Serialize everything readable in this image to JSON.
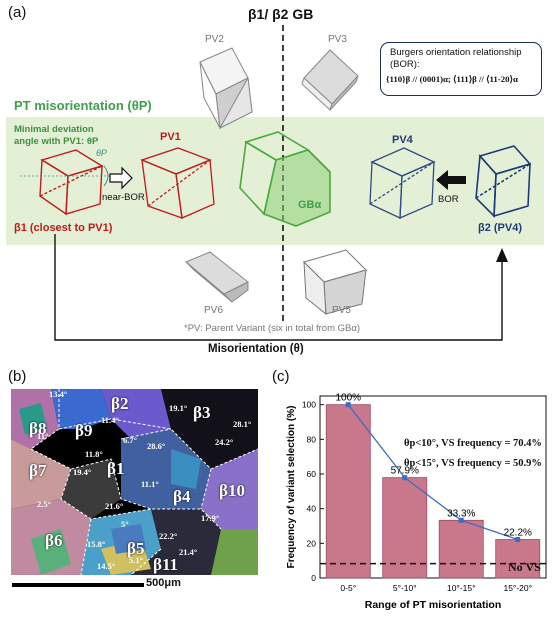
{
  "panel_a": {
    "label": "(a)",
    "gb_title": "β1/ β2 GB",
    "pv_labels": {
      "pv2": "PV2",
      "pv3": "PV3",
      "pv1": "PV1",
      "pv4": "PV4",
      "pv5": "PV5",
      "pv6": "PV6"
    },
    "bor_title": "Burgers orientation relationship",
    "bor_abbrev": "(BOR):",
    "bor_relation": "{110}β // (0001)α; ⟨111⟩β // ⟨11-20⟩α",
    "pt_title": "PT misorientation (θP)",
    "min_dev_line1": "Minimal deviation",
    "min_dev_line2": "angle with PV1: θP",
    "theta_p": "θP",
    "near_bor": "near-BOR",
    "gb_alpha": "GBα",
    "bor_arrow": "BOR",
    "beta1": "β1 (closest to PV1)",
    "beta2": "β2 (PV4)",
    "pv_note": "*PV: Parent Variant (six in total from GBα)",
    "misorientation": "Misorientation (θ)"
  },
  "panel_b": {
    "label": "(b)",
    "scale_bar": "500μm",
    "grains": [
      "β8",
      "β9",
      "β2",
      "β3",
      "β7",
      "β1",
      "β4",
      "β10",
      "β6",
      "β5",
      "β11"
    ],
    "angles": [
      "13.4°",
      "11.4°",
      "19.1°",
      "11°",
      "11.8°",
      "6.7°",
      "28.6°",
      "28.1°",
      "24.2°",
      "19.4°",
      "11.1°",
      "2.5°",
      "21.6°",
      "17.9°",
      "5°",
      "22.2°",
      "15.8°",
      "5.1°",
      "21.4°",
      "14.5°"
    ]
  },
  "panel_c": {
    "label": "(c)",
    "annotation_1": "θp<10°, VS frequency = 70.4%",
    "annotation_2": "θp<15°, VS frequency = 50.9%",
    "no_vs": "No VS",
    "bar_color": "#c9778a",
    "line_color": "#3a6fc0"
  },
  "chart_data": {
    "type": "bar",
    "categories": [
      "0-5°",
      "5°-10°",
      "10°-15°",
      "15°-20°"
    ],
    "values": [
      100,
      57.9,
      33.3,
      22.2
    ],
    "data_labels": [
      "100%",
      "57.9%",
      "33.3%",
      "22.2%"
    ],
    "xlabel": "Range of PT misorientation",
    "ylabel": "Frequency of variant selection (%)",
    "ylim": [
      0,
      105
    ],
    "yticks": [
      0,
      20,
      40,
      60,
      80,
      100
    ],
    "reference_line": 8.3,
    "grid": false
  }
}
